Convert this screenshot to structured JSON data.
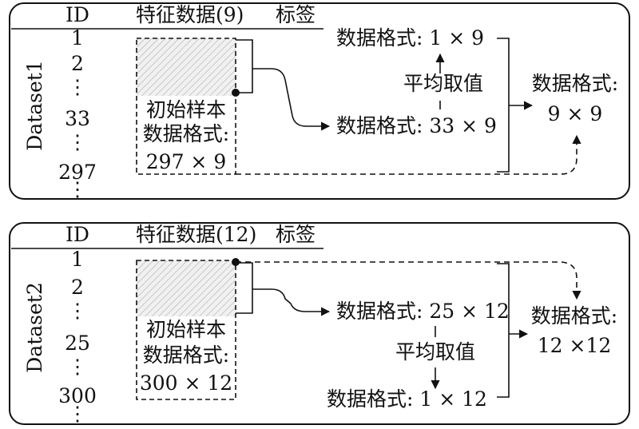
{
  "colors": {
    "ink": "#111111",
    "hatch": "#bdbdbd",
    "background": "#ffffff"
  },
  "panels": [
    {
      "name": "Dataset1",
      "headers": {
        "id": "ID",
        "features": "特征数据(9)",
        "label": "标签"
      },
      "ids": [
        "1",
        "2",
        "⋮",
        "33",
        "⋮",
        "297",
        "⋮"
      ],
      "sample_box": {
        "line1": "初始样本",
        "line2": "数据格式:",
        "line3": "297 × 9"
      },
      "format_top": "数据格式: 1 × 9",
      "format_mid": "数据格式: 33 × 9",
      "average_label": "平均取值",
      "result": {
        "line1": "数据格式:",
        "line2": "9 × 9"
      }
    },
    {
      "name": "Dataset2",
      "headers": {
        "id": "ID",
        "features": "特征数据(12)",
        "label": "标签"
      },
      "ids": [
        "1",
        "2",
        "⋮",
        "25",
        "⋮",
        "300",
        "⋮"
      ],
      "sample_box": {
        "line1": "初始样本",
        "line2": "数据格式:",
        "line3": "300 × 12"
      },
      "format_mid": "数据格式: 25 × 12",
      "format_bottom": "数据格式: 1 × 12",
      "average_label": "平均取值",
      "result": {
        "line1": "数据格式:",
        "line2": "12 ×12"
      }
    }
  ]
}
